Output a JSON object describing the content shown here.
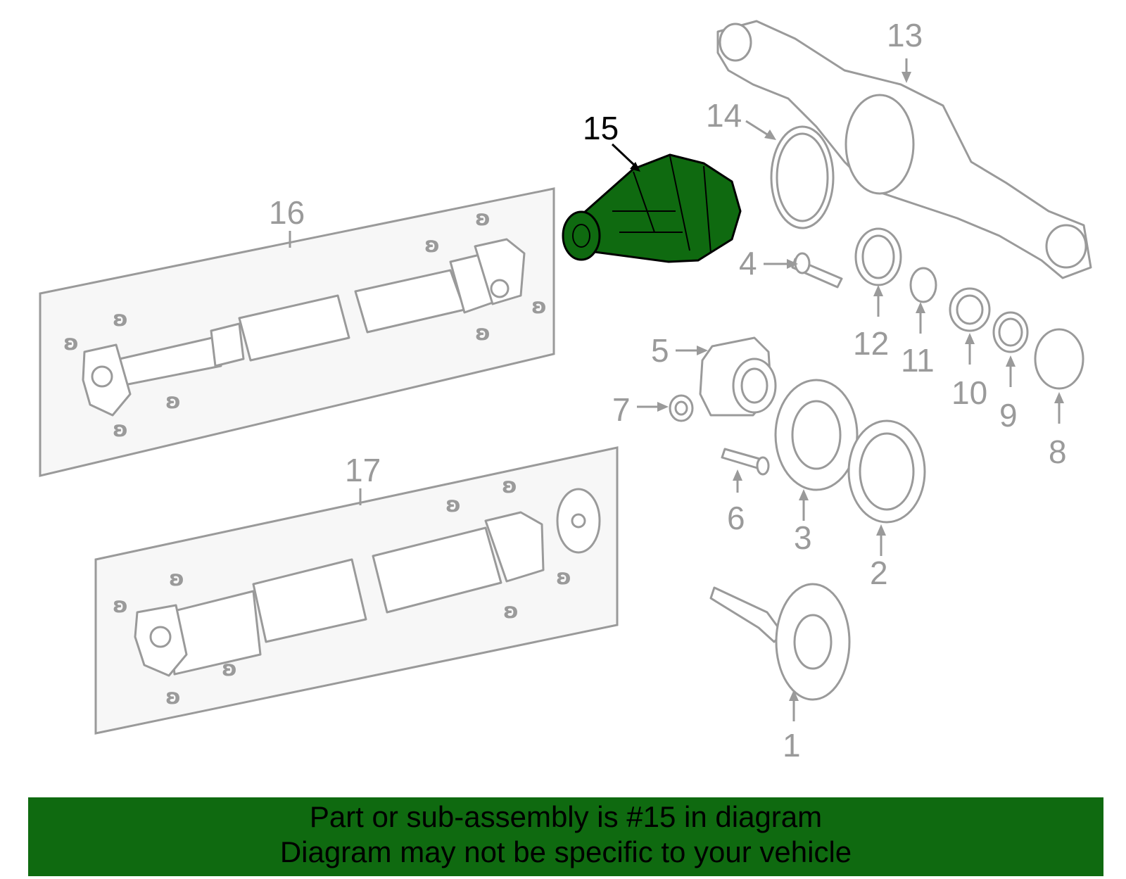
{
  "diagram": {
    "highlighted_part": "15",
    "colors": {
      "highlight": "#0f6a10",
      "banner": "#0f6a10",
      "lines": "#9a9a9a"
    },
    "callouts": [
      "1",
      "2",
      "3",
      "4",
      "5",
      "6",
      "7",
      "8",
      "9",
      "10",
      "11",
      "12",
      "13",
      "14",
      "15",
      "16",
      "17"
    ]
  },
  "banner": {
    "line1": "Part or sub-assembly is #15 in diagram",
    "line2": "Diagram may not be specific to your vehicle"
  }
}
